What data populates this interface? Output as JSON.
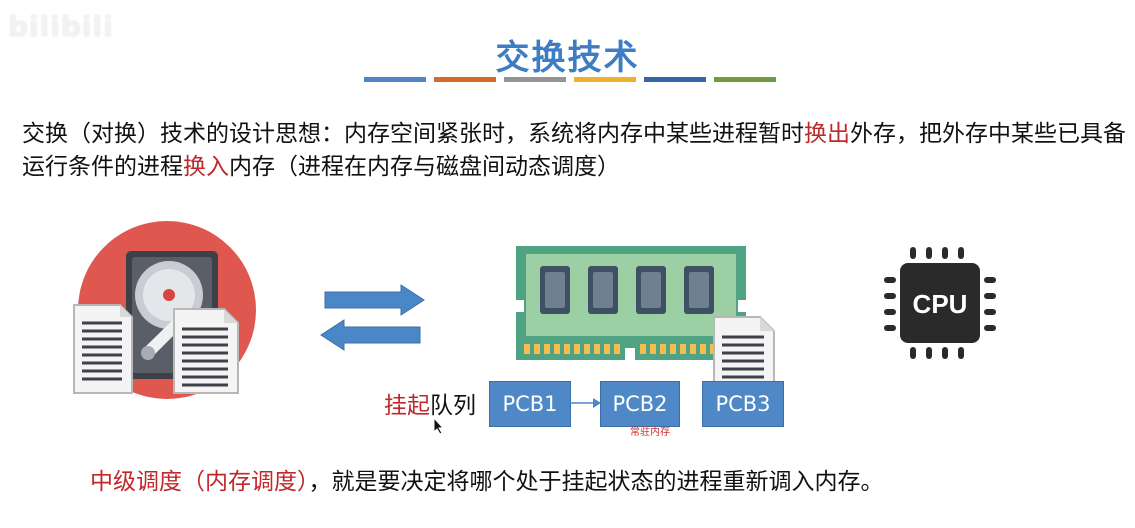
{
  "watermark": "bilibili",
  "title": "交换技术",
  "title_bar_colors": [
    "#4e87c5",
    "#d06b2c",
    "#949494",
    "#f1b02b",
    "#3765ad",
    "#6e9c3f"
  ],
  "paragraph": {
    "part1": "交换（对换）技术的设计思想：内存空间紧张时，系统将内存中某些进程暂时",
    "highlight1": "换出",
    "part2": "外存，把外存中某些已具备运行条件的进程",
    "highlight2": "换入",
    "part3": "内存（进程在内存与磁盘间动态调度）"
  },
  "queue": {
    "label_red": "挂起",
    "label_black": "队列",
    "items": [
      "PCB1",
      "PCB2",
      "PCB3"
    ],
    "note": "常驻内存"
  },
  "cpu_label": "CPU",
  "bottom": {
    "red": "中级调度（内存调度）",
    "black": "，就是要决定将哪个处于挂起状态的进程重新调入内存。"
  },
  "colors": {
    "title": "#3d7dc4",
    "highlight": "#c0282b",
    "arrow": "#4a87c6",
    "pcb": "#4e88c7",
    "hdd_circle": "#e0574f",
    "ram_board": "#4fa383",
    "cpu": "#2a2a2a"
  }
}
